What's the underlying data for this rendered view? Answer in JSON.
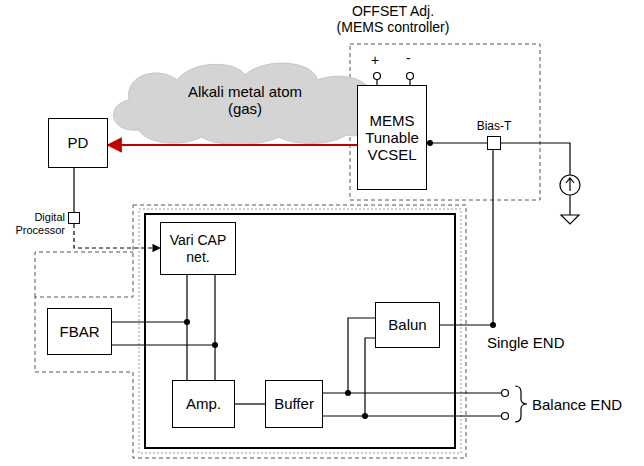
{
  "diagram": {
    "nodes": [
      {
        "text": [
          "Alkali metal atom (gas)"
        ]
      },
      {
        "text": [
          "PD"
        ]
      },
      {
        "text": [
          "MEMS Tunable VCSEL"
        ]
      },
      {
        "text": [
          "Bias-T"
        ]
      },
      {
        "text": [
          "Digital Processor"
        ]
      },
      {
        "text": [
          "Vari CAP net."
        ]
      },
      {
        "text": [
          "FBAR"
        ]
      },
      {
        "text": [
          "Amp."
        ]
      },
      {
        "text": [
          "Buffer"
        ]
      },
      {
        "text": [
          "Balun"
        ]
      }
    ],
    "edges": [
      {
        "from": 2,
        "to": 1,
        "arrow": "to"
      },
      {
        "from": 1,
        "to": 4,
        "arrow": "none"
      },
      {
        "from": 4,
        "to": 5,
        "arrow": "to"
      },
      {
        "from": 2,
        "to": 3,
        "arrow": "none"
      },
      {
        "from": 6,
        "to": 5,
        "arrow": "none"
      },
      {
        "from": 6,
        "to": 7,
        "arrow": "none"
      },
      {
        "from": 7,
        "to": 8,
        "arrow": "none"
      },
      {
        "from": 8,
        "to": 9,
        "arrow": "none"
      },
      {
        "from": 9,
        "to": 3,
        "arrow": "none"
      }
    ],
    "labels": [
      "OFFSET Adj. (MEMS controller)",
      "+",
      "-",
      "Single END",
      "Balance END"
    ]
  }
}
